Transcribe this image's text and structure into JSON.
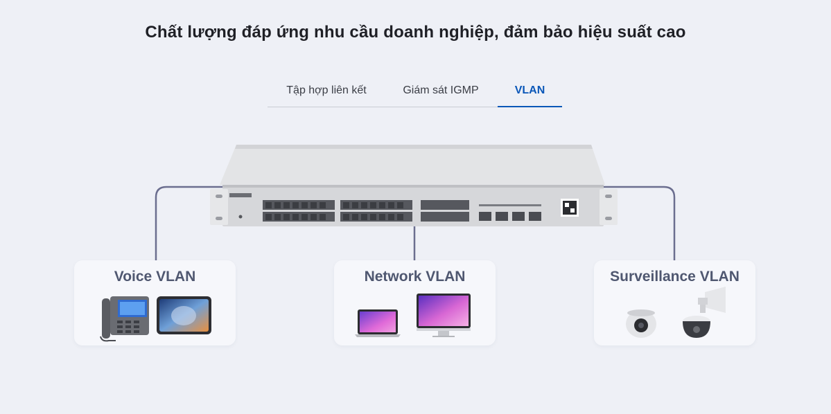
{
  "header": {
    "title": "Chất lượng đáp ứng nhu cầu doanh nghiệp, đảm bảo hiệu suất cao"
  },
  "tabs": [
    {
      "label": "Tập hợp liên kết",
      "active": false
    },
    {
      "label": "Giám sát IGMP",
      "active": false
    },
    {
      "label": "VLAN",
      "active": true
    }
  ],
  "colors": {
    "accent": "#0a57b8",
    "connector": "#6b6e8f",
    "background": "#eef0f6"
  },
  "cards": [
    {
      "title": "Voice VLAN",
      "icons": [
        "ip-phone-icon",
        "tablet-icon"
      ]
    },
    {
      "title": "Network VLAN",
      "icons": [
        "laptop-icon",
        "desktop-monitor-icon"
      ]
    },
    {
      "title": "Surveillance VLAN",
      "icons": [
        "dome-camera-icon",
        "ptz-camera-icon"
      ]
    }
  ]
}
